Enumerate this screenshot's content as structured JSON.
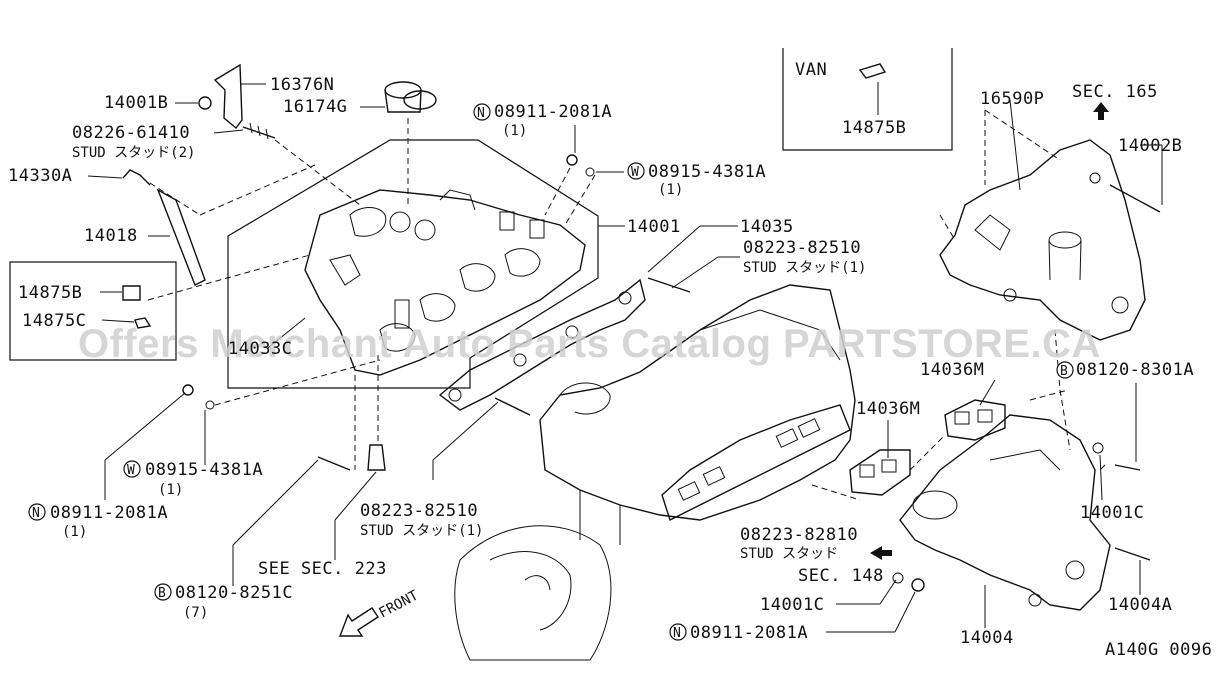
{
  "callouts": {
    "p16376N": "16376N",
    "p14001B": "14001B",
    "p16174G": "16174G",
    "p08226_61410": "08226-61410",
    "stud2": "STUD スタッド(2)",
    "p14330A": "14330A",
    "p14018": "14018",
    "p14875B_left": "14875B",
    "p14875C": "14875C",
    "p14033C": "14033C",
    "p08911_top": "08911-2081A",
    "p08911_top_qty": "(1)",
    "p08915_top": "08915-4381A",
    "p08915_top_qty": "(1)",
    "p14001": "14001",
    "p14035": "14035",
    "p08223_82510_top": "08223-82510",
    "stud1_top": "STUD スタッド(1)",
    "van": "VAN",
    "p14875B_van": "14875B",
    "p16590P": "16590P",
    "sec165": "SEC. 165",
    "p14002B": "14002B",
    "p14036M_right": "14036M",
    "p08120_8301A": "08120-8301A",
    "p14036M_mid": "14036M",
    "p14001C_right": "14001C",
    "p08915_left": "08915-4381A",
    "p08915_left_qty": "(1)",
    "p08911_left": "08911-2081A",
    "p08911_left_qty": "(1)",
    "p08223_82510_bottom": "08223-82510",
    "stud1_bottom": "STUD スタッド(1)",
    "p08223_82810": "08223-82810",
    "stud_82810": "STUD スタッド",
    "sec148": "SEC. 148",
    "see_sec223": "SEE SEC. 223",
    "p08120_8251C": "08120-8251C",
    "p08120_8251C_qty": "(7)",
    "front": "FRONT",
    "p14001C_bottom": "14001C",
    "p08911_bottom": "08911-2081A",
    "p14004": "14004",
    "p14004A": "14004A",
    "figure_code": "A140G 0096"
  },
  "symbols": {
    "nut": "N",
    "washer": "W",
    "bolt": "B"
  },
  "watermark": "Offers Merchant Auto Parts Catalog PARTSTORE.CA"
}
